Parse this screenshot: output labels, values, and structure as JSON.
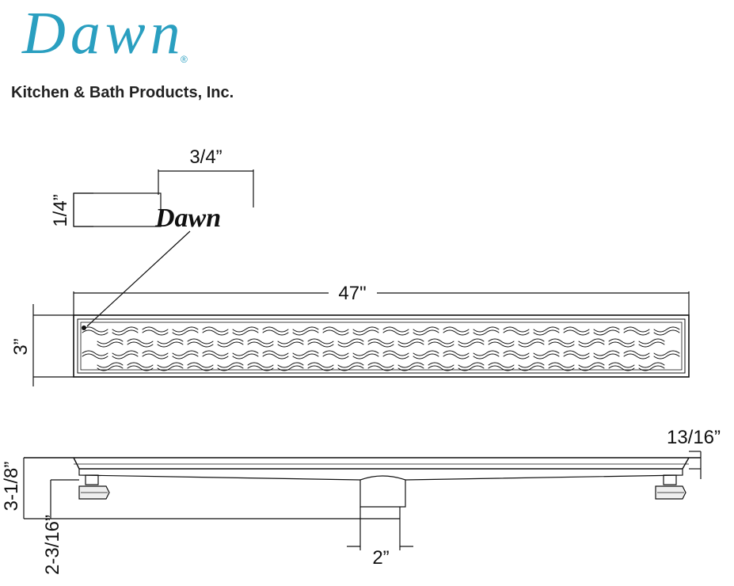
{
  "brand": {
    "logo": "Dawn",
    "registered_mark": "®",
    "company": "Kitchen & Bath Products, Inc."
  },
  "detail": {
    "logo_plate_text": "Dawn",
    "width_label": "3/4”",
    "height_label": "1/4”"
  },
  "top_view": {
    "length_label": "47\"",
    "width_label": "3”"
  },
  "side_view": {
    "flange_label": "13/16”",
    "total_height_label": "3-1/8”",
    "body_height_label": "2-3/16”",
    "outlet_label": "2”"
  },
  "colors": {
    "brand": "#2a9fc0",
    "line": "#111111"
  }
}
